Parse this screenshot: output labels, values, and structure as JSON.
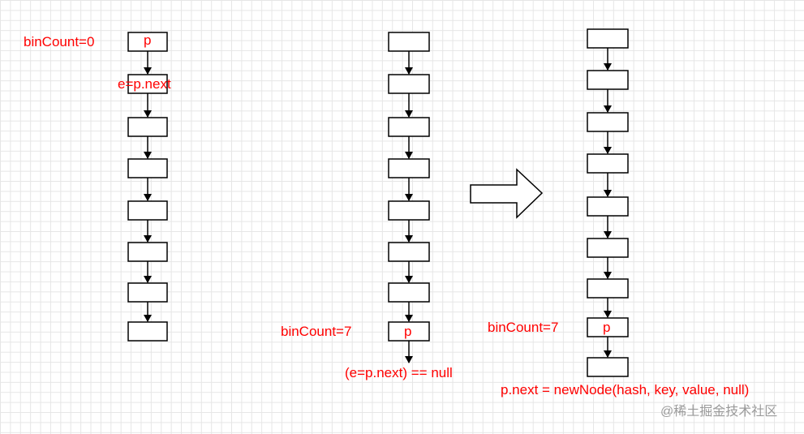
{
  "diagram": {
    "labels": {
      "left_bincount": "binCount=0",
      "left_e": "e=p.next",
      "middle_bincount": "binCount=7",
      "middle_condition": "(e=p.next) == null",
      "right_bincount": "binCount=7",
      "right_new_node": "p.next = newNode(hash, key, value, null)"
    },
    "node_label": "p",
    "watermark": "@稀土掘金技术社区",
    "colors": {
      "label": "#ff0000",
      "node_stroke": "#000000",
      "grid": "#e6e6e6",
      "watermark": "#8a8a8a"
    }
  }
}
